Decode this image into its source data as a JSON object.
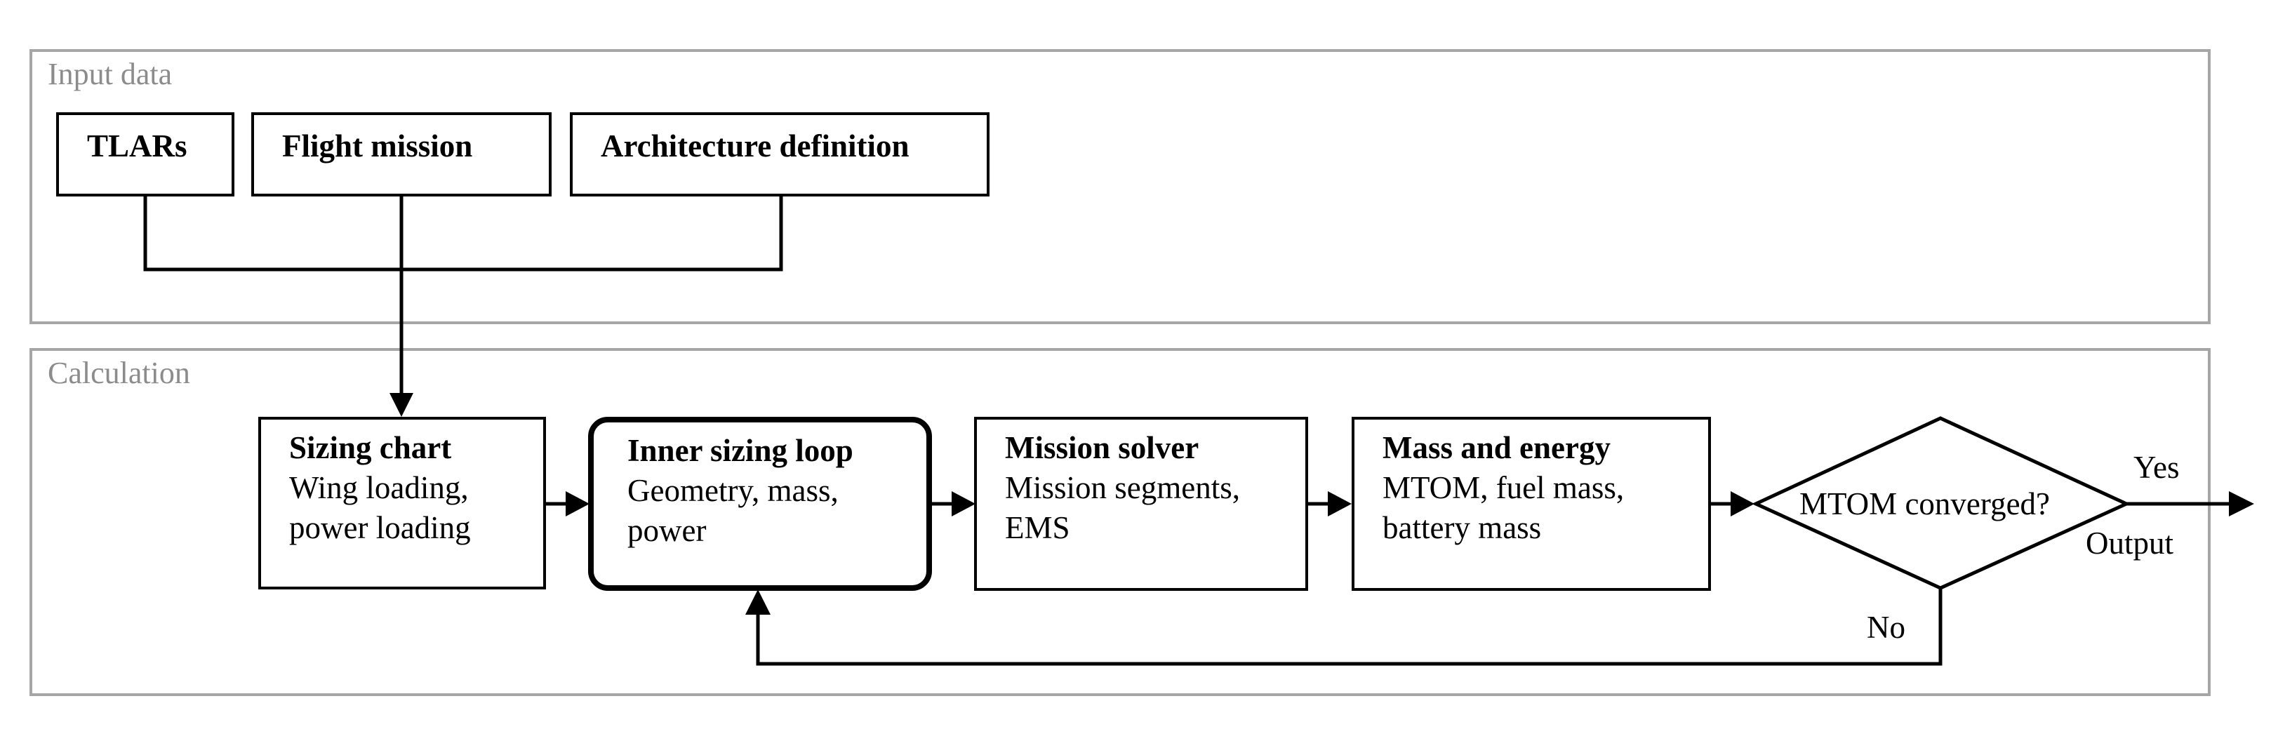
{
  "groups": {
    "input": "Input data",
    "calculation": "Calculation"
  },
  "inputs": {
    "tlars": "TLARs",
    "flight_mission": "Flight mission",
    "architecture": "Architecture definition"
  },
  "steps": {
    "sizing_chart": {
      "title": "Sizing chart",
      "line1": "Wing loading,",
      "line2": "power loading"
    },
    "inner_loop": {
      "title": "Inner sizing loop",
      "line1": "Geometry, mass,",
      "line2": "power"
    },
    "mission_solver": {
      "title": "Mission solver",
      "line1": "Mission segments,",
      "line2": "EMS"
    },
    "mass_energy": {
      "title": "Mass and energy",
      "line1": "MTOM, fuel mass,",
      "line2": "battery mass"
    }
  },
  "decision": {
    "question": "MTOM converged?",
    "yes": "Yes",
    "output": "Output",
    "no": "No"
  }
}
